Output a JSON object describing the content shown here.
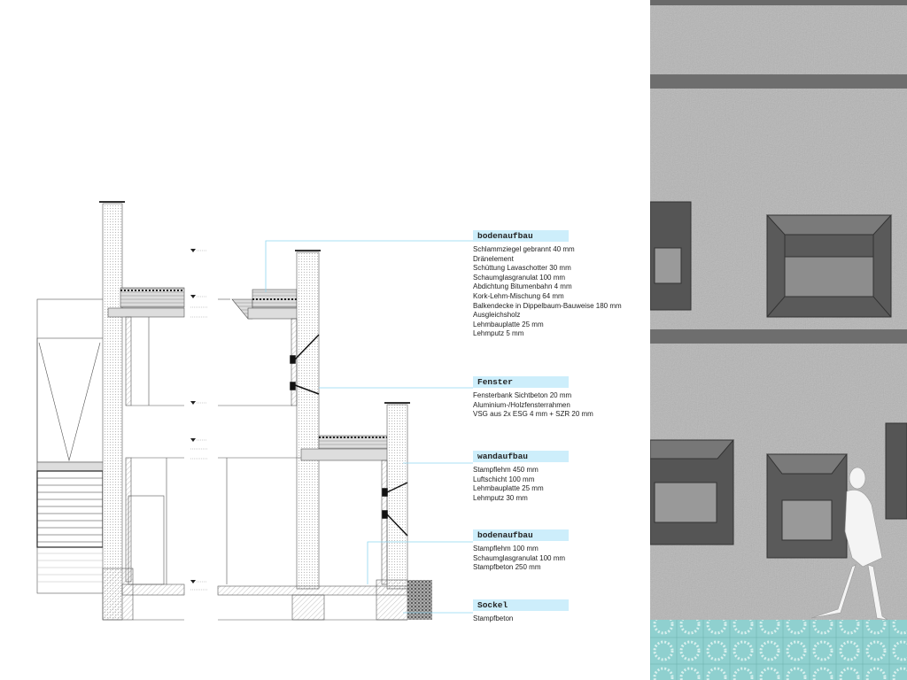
{
  "legends": [
    {
      "heading": "bodenaufbau",
      "lines": [
        "Schlammziegel gebrannt 40 mm",
        "Dränelement",
        "Schüttung Lavaschotter 30 mm",
        "Schaumglasgranulat 100 mm",
        "Abdichtung Bitumenbahn 4 mm",
        "Kork-Lehm-Mischung 64 mm",
        "Balkendecke in Dippelbaum-Bauweise 180 mm",
        "Ausgleichsholz",
        "Lehmbauplatte 25 mm",
        "Lehmputz 5 mm"
      ]
    },
    {
      "heading": "Fenster",
      "lines": [
        "Fensterbank Sichtbeton 20 mm",
        "Aluminium-/Holzfensterrahmen",
        "VSG aus 2x ESG 4 mm + SZR 20 mm"
      ]
    },
    {
      "heading": "wandaufbau",
      "lines": [
        "Stampflehm 450 mm",
        "Luftschicht 100 mm",
        "Lehmbauplatte 25 mm",
        "Lehmputz 30 mm"
      ]
    },
    {
      "heading": "bodenaufbau",
      "lines": [
        "Stampflehm 100 mm",
        "Schaumglasgranulat 100 mm",
        "Stampfbeton 250 mm"
      ]
    },
    {
      "heading": "Sockel",
      "lines": [
        "Stampfbeton"
      ]
    }
  ],
  "colors": {
    "label_bg": "#cdeefb",
    "leader": "#8fd6f0",
    "wall": "#a9a9a9",
    "floor": "#8fd0cf"
  }
}
